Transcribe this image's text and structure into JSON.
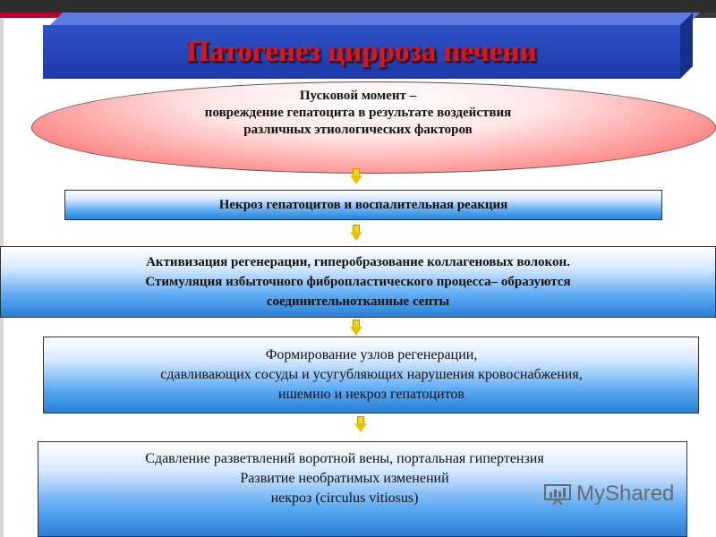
{
  "title": "Патогенез цирроза печени",
  "trigger": {
    "lines": [
      "Пусковой момент –",
      "повреждение гепатоцита в результате воздействия",
      "различных этиологических факторов"
    ]
  },
  "steps": [
    {
      "lines": [
        "Некроз гепатоцитов и воспалительная реакция"
      ]
    },
    {
      "lines": [
        "Активизация регенерации, гиперобразование коллагеновых волокон.",
        "Стимуляция избыточного фибропластического процесса– образуются",
        "соединительнотканные септы"
      ]
    },
    {
      "lines": [
        "Формирование узлов регенерации,",
        "сдавливающих сосуды и усугубляющих нарушения кровоснабжения,",
        "ишемию и некроз гепатоцитов"
      ]
    },
    {
      "lines": [
        "Сдавление разветвлений воротной вены, портальная гипертензия",
        "Развитие необратимых изменений",
        "некроз (circulus vitiosus)"
      ]
    }
  ],
  "watermark": "MyShared",
  "icons": [
    "down-arrow-icon",
    "myshared-logo-icon"
  ],
  "colors": {
    "title_bg": "#2443b8",
    "title_text": "#d8161c",
    "arrow": "#f2d21a",
    "box_blue": "#3b90e6"
  }
}
